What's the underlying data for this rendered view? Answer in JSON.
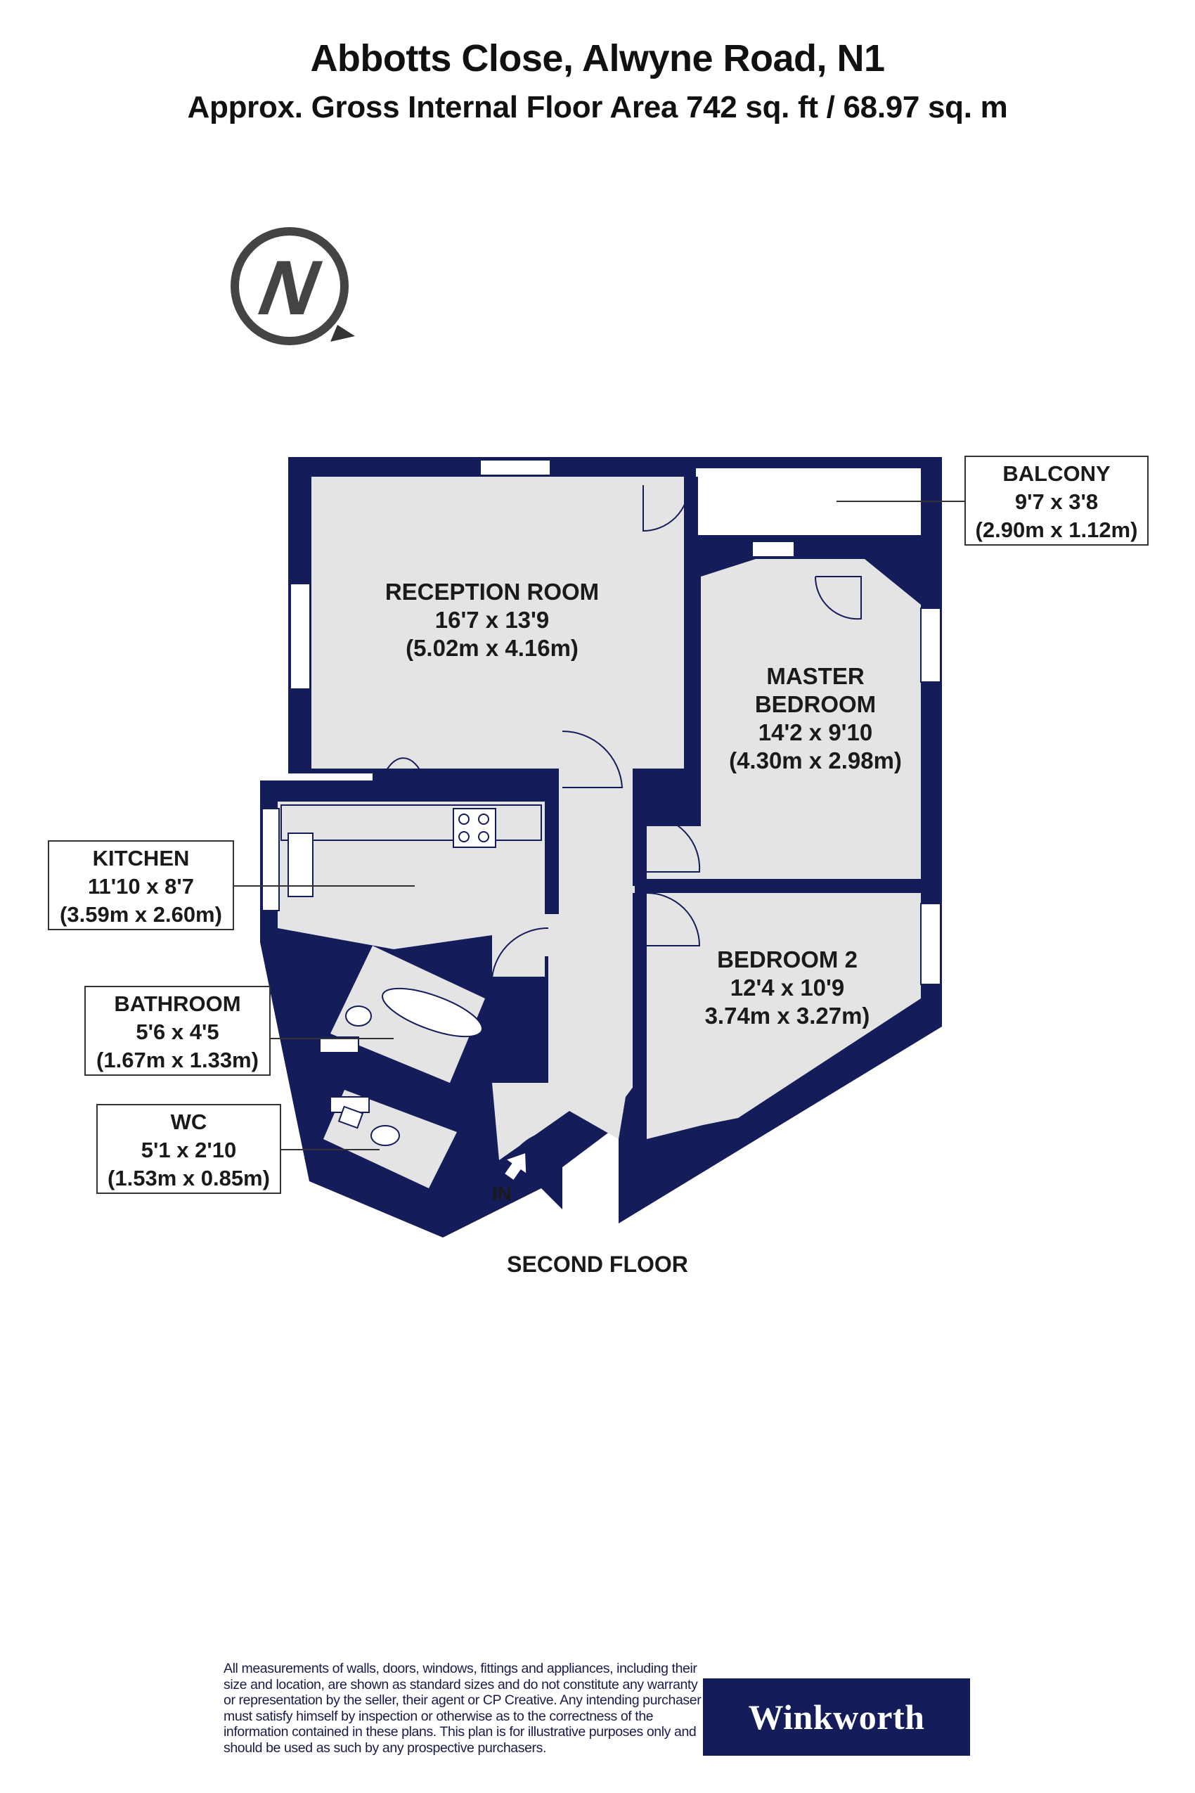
{
  "header": {
    "title": "Abbotts Close, Alwyne Road, N1",
    "subtitle": "Approx. Gross Internal Floor Area 742 sq. ft / 68.97 sq. m"
  },
  "compass": {
    "letter": "N",
    "icon": "north-arrow-icon"
  },
  "rooms": {
    "reception": {
      "name": "RECEPTION ROOM",
      "imperial": "16'7 x 13'9",
      "metric": "(5.02m x 4.16m)"
    },
    "master": {
      "name_line1": "MASTER",
      "name_line2": "BEDROOM",
      "imperial": "14'2 x 9'10",
      "metric": "(4.30m x 2.98m)"
    },
    "bedroom2": {
      "name": "BEDROOM 2",
      "imperial": "12'4 x 10'9",
      "metric": "3.74m x 3.27m)"
    }
  },
  "callouts": {
    "balcony": {
      "name": "BALCONY",
      "imperial": "9'7 x 3'8",
      "metric": "(2.90m x 1.12m)"
    },
    "kitchen": {
      "name": "KITCHEN",
      "imperial": "11'10 x 8'7",
      "metric": "(3.59m x 2.60m)"
    },
    "bathroom": {
      "name": "BATHROOM",
      "imperial": "5'6 x 4'5",
      "metric": "(1.67m x 1.33m)"
    },
    "wc": {
      "name": "WC",
      "imperial": "5'1 x 2'10",
      "metric": "(1.53m x 0.85m)"
    }
  },
  "entrance_label": "IN",
  "floor_label": "SECOND FLOOR",
  "disclaimer": "All measurements of walls, doors, windows, fittings and appliances, including their size and location, are shown as standard sizes and do not constitute any warranty or representation by the seller, their agent or CP Creative. Any intending purchaser must satisfy himself by inspection or otherwise as to the correctness of the information contained in these plans. This plan is for illustrative purposes only and should be used as such by any prospective purchasers.",
  "brand": {
    "name": "Winkworth",
    "color": "#141c5a"
  },
  "colors": {
    "wall": "#141c5a",
    "floor": "#e4e4e4",
    "balcony": "#ffffff"
  }
}
